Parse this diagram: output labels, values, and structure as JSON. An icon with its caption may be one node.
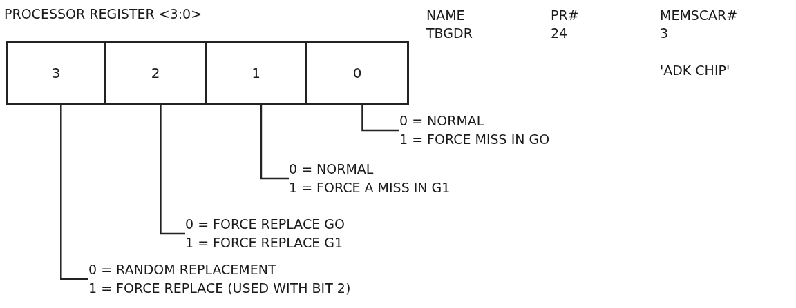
{
  "diagram": {
    "title": "PROCESSOR REGISTER <3:0>",
    "nodes": [
      {
        "text": [
          "3"
        ]
      },
      {
        "text": [
          "2"
        ]
      },
      {
        "text": [
          "1"
        ]
      },
      {
        "text": [
          "0"
        ]
      },
      {
        "text": [
          "0 = NORMAL",
          "1 = FORCE MISS IN GO"
        ]
      },
      {
        "text": [
          "0 = NORMAL",
          "1 = FORCE A MISS IN G1"
        ]
      },
      {
        "text": [
          "0 = FORCE REPLACE GO",
          "1 = FORCE REPLACE G1"
        ]
      },
      {
        "text": [
          "0 = RANDOM REPLACEMENT",
          "1 = FORCE REPLACE (USED WITH BIT 2)"
        ]
      }
    ],
    "edges": [
      {
        "from": 3,
        "to": 4,
        "arrow": "none"
      },
      {
        "from": 2,
        "to": 5,
        "arrow": "none"
      },
      {
        "from": 1,
        "to": 6,
        "arrow": "none"
      },
      {
        "from": 0,
        "to": 7,
        "arrow": "none"
      }
    ],
    "labels": [
      "NAME",
      "PR#",
      "MEMSCAR#",
      "TBGDR",
      "24",
      "3",
      "'ADK CHIP'"
    ]
  }
}
